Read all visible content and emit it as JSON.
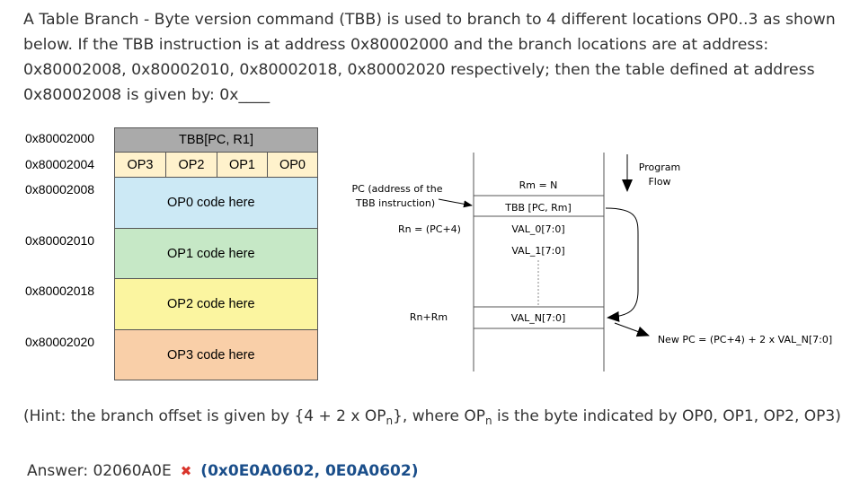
{
  "question": {
    "lines": [
      "A Table Branch - Byte version command (TBB) is used to branch to 4 different locations OP0..3 as shown",
      "below. If the TBB instruction is at address 0x80002000 and the branch locations are at address:",
      "0x80002008, 0x80002010, 0x80002018, 0x80002020 respectively; then the table defined at address",
      "0x80002008 is given by: 0x"
    ],
    "blank": "____"
  },
  "memory_figure": {
    "addresses": [
      "0x80002000",
      "0x80002004",
      "0x80002008",
      "0x80002010",
      "0x80002018",
      "0x80002020"
    ],
    "instruction": "TBB[PC, R1]",
    "table_bytes": [
      "OP3",
      "OP2",
      "OP1",
      "OP0"
    ],
    "blocks": [
      "OP0 code here",
      "OP1 code here",
      "OP2 code here",
      "OP3 code here"
    ],
    "colors": {
      "instruction": "#aaaaaa",
      "byte_row": "#fff2cc",
      "op0": "#cce9f5",
      "op1": "#c6e8c6",
      "op2": "#fbf5a0",
      "op3": "#f9cfa8"
    }
  },
  "tbb_diagram": {
    "pc_label_line1": "PC (address of the",
    "pc_label_line2": "TBB instruction)",
    "rn_label": "Rn = (PC+4)",
    "rn_rm_label": "Rn+Rm",
    "rm_label": "Rm = N",
    "rows": [
      "TBB  [PC, Rm]",
      "VAL_0[7:0]",
      "VAL_1[7:0]",
      "VAL_N[7:0]"
    ],
    "flow_label_line1": "Program",
    "flow_label_line2": "Flow",
    "new_pc_label": "New PC = (PC+4) + 2 x VAL_N[7:0]"
  },
  "hint": {
    "part1": "(Hint: the branch offset is given by {4 + 2 x OP",
    "sub1": "n",
    "part2": "}, where OP",
    "sub2": "n",
    "part3": " is the byte indicated by OP0, OP1, OP2, OP3)"
  },
  "answer": {
    "label": "Answer: 02060A0E",
    "mark": "✖",
    "correct": "(0x0E0A0602, 0E0A0602)"
  }
}
